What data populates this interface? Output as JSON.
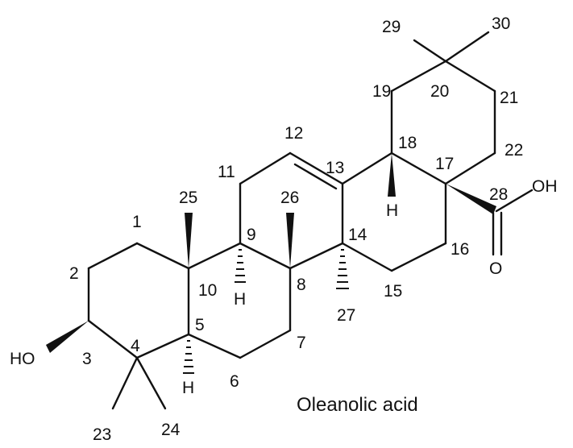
{
  "title": "Oleanolic acid",
  "stroke_color": "#111111",
  "atoms": {
    "hydroxyl_left": "HO",
    "hydroxyl_acid": "OH",
    "carbonyl_oxygen": "O",
    "h5": "H",
    "h9": "H",
    "h18": "H"
  },
  "carbon_numbers": [
    "1",
    "2",
    "3",
    "4",
    "5",
    "6",
    "7",
    "8",
    "9",
    "10",
    "11",
    "12",
    "13",
    "14",
    "15",
    "16",
    "17",
    "18",
    "19",
    "20",
    "21",
    "22",
    "23",
    "24",
    "25",
    "26",
    "27",
    "28",
    "29",
    "30"
  ]
}
